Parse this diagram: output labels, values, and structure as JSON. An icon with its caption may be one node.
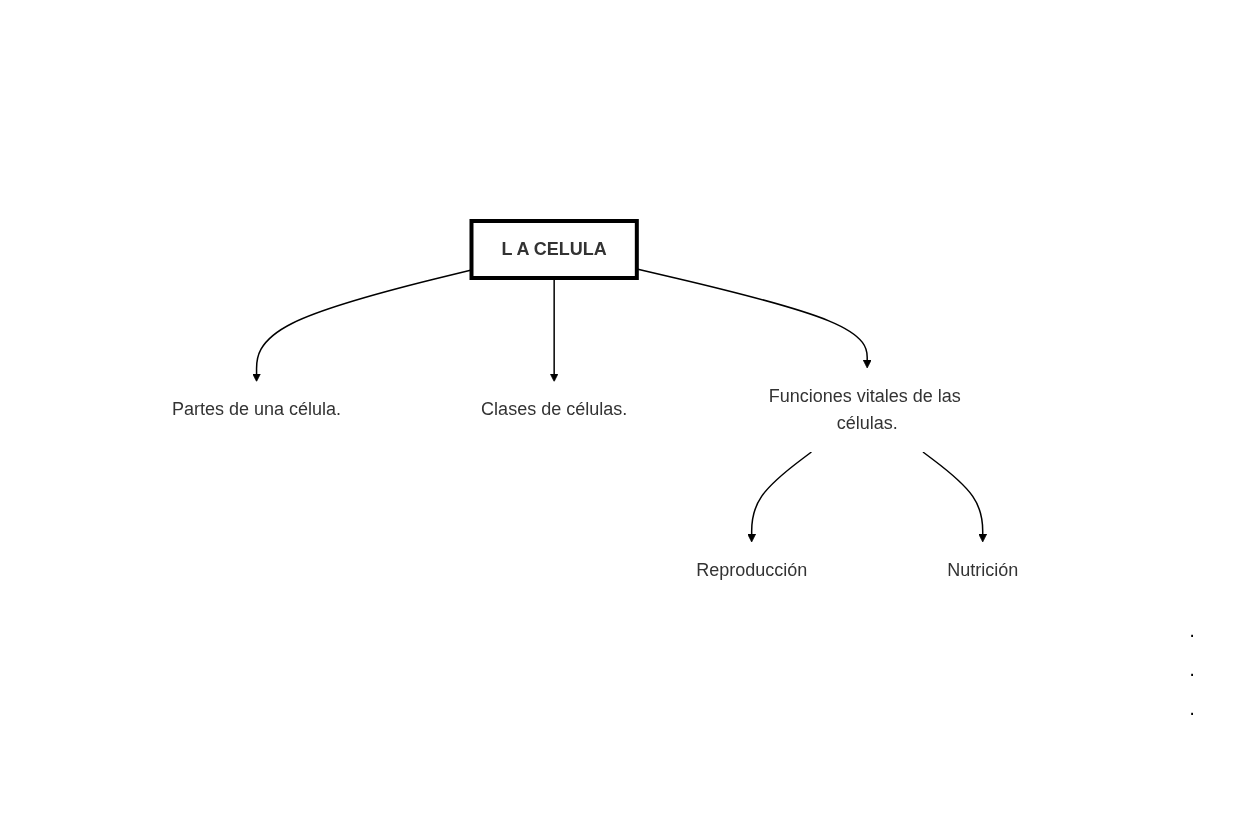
{
  "diagram": {
    "nodes": [
      {
        "text": [
          "L A CELULA"
        ]
      },
      {
        "text": [
          "Partes de una célula."
        ]
      },
      {
        "text": [
          "Clases de células."
        ]
      },
      {
        "text": [
          "Funciones vitales de las células."
        ]
      },
      {
        "text": [
          "Reproducción"
        ]
      },
      {
        "text": [
          "Nutrición"
        ]
      }
    ],
    "edges": [
      {
        "from": 0,
        "to": 1,
        "arrow": "to"
      },
      {
        "from": 0,
        "to": 2,
        "arrow": "to"
      },
      {
        "from": 0,
        "to": 3,
        "arrow": "to"
      },
      {
        "from": 3,
        "to": 4,
        "arrow": "to"
      },
      {
        "from": 3,
        "to": 5,
        "arrow": "to"
      }
    ],
    "labels": [
      ".",
      ".",
      "."
    ]
  }
}
